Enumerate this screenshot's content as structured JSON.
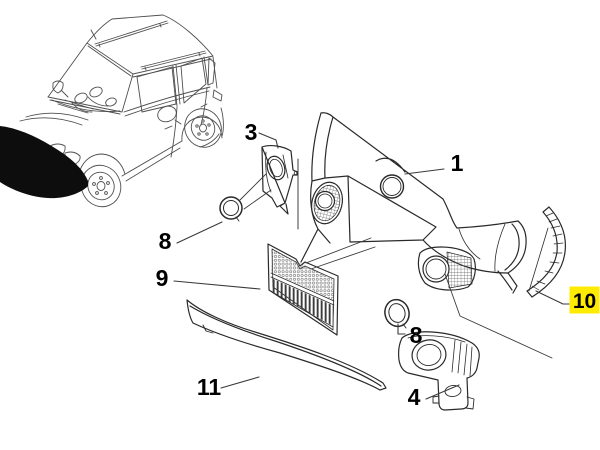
{
  "colors": {
    "background": "#ffffff",
    "highlight": "#ffeb00",
    "part_line": "#2a2a2a",
    "vehicle_line": "#4f4f4f",
    "leader_line": "#3a3a3a",
    "label_text": "#000000",
    "bumper_fill": "#0d0d0d"
  },
  "callouts": [
    {
      "id": "front-bumper",
      "number": "1",
      "highlighted": false
    },
    {
      "id": "fog-lamp-bracket",
      "number": "3",
      "highlighted": false
    },
    {
      "id": "bezel-ring-left",
      "number": "8",
      "highlighted": false
    },
    {
      "id": "radiator-grille",
      "number": "9",
      "highlighted": false
    },
    {
      "id": "lower-spoiler",
      "number": "11",
      "highlighted": false
    },
    {
      "id": "bezel-ring-right",
      "number": "8",
      "highlighted": false
    },
    {
      "id": "fog-lamp-unit",
      "number": "4",
      "highlighted": false
    },
    {
      "id": "wheel-arch-trim",
      "number": "10",
      "highlighted": true
    }
  ]
}
